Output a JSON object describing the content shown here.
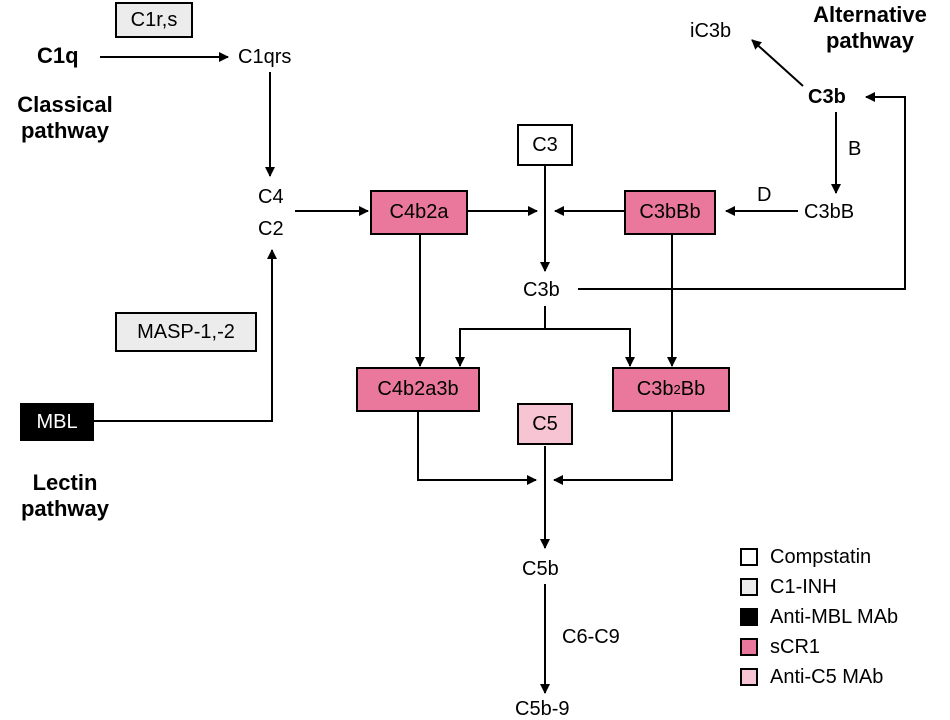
{
  "pathways": {
    "classical_line1": "Classical",
    "classical_line2": "pathway",
    "lectin_line1": "Lectin",
    "lectin_line2": "pathway",
    "alternative_line1": "Alternative",
    "alternative_line2": "pathway"
  },
  "nodes": {
    "c1q": "C1q",
    "c1qrs": "C1qrs",
    "c4": "C4",
    "c2": "C2",
    "ic3b": "iC3b",
    "c3b_alt": "C3b",
    "c3bB": "C3bB",
    "c3b_mid": "C3b",
    "c5b": "C5b",
    "c5b9": "C5b-9"
  },
  "edge_labels": {
    "B": "B",
    "D": "D",
    "c6c9": "C6-C9"
  },
  "boxes": {
    "c1rs": "C1r,s",
    "masp": "MASP-1,-2",
    "mbl": "MBL",
    "c3": "C3",
    "c4b2a": "C4b2a",
    "c3bBb": "C3bBb",
    "c4b2a3b": "C4b2a3b",
    "c3b2Bb_main": "C3b",
    "c3b2Bb_sub": "2",
    "c3b2Bb_tail": "Bb",
    "c5": "C5"
  },
  "legend": [
    {
      "label": "Compstatin",
      "color": "#ffffff"
    },
    {
      "label": "C1-INH",
      "color": "#ececec"
    },
    {
      "label": "Anti-MBL MAb",
      "color": "#000000"
    },
    {
      "label": "sCR1",
      "color": "#e9789c"
    },
    {
      "label": "Anti-C5 MAb",
      "color": "#f6c4d3"
    }
  ],
  "colors": {
    "white_box": "#ffffff",
    "gray_box": "#ececec",
    "black_box": "#000000",
    "scr1_box": "#e9789c",
    "anti_c5_box": "#f6c4d3"
  }
}
